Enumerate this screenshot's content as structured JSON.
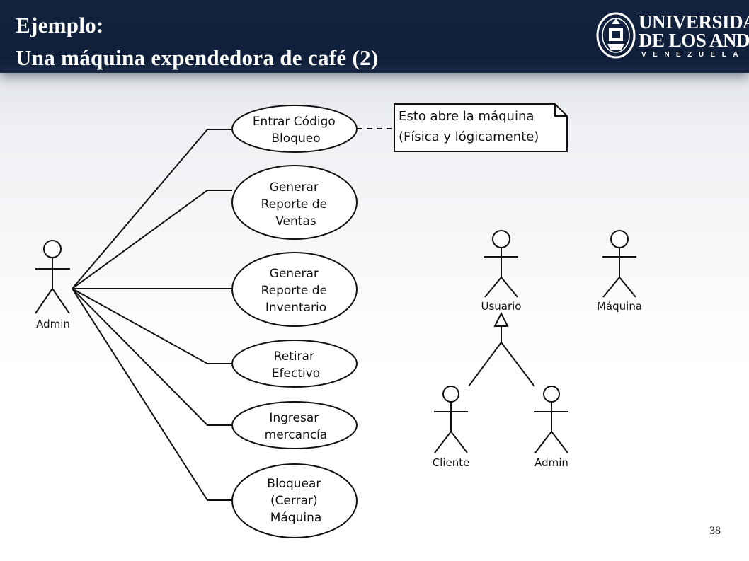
{
  "slide": {
    "title_line1": "Ejemplo:",
    "title_line2": "Una máquina expendedora de café (2)",
    "page_number": "38"
  },
  "logo": {
    "line1": "UNIVERSIDAD",
    "line2": "DE LOS ANDES",
    "line3": "VENEZUELA",
    "icon": "university-seal-icon"
  },
  "diagram": {
    "main_actor": {
      "label": "Admin"
    },
    "use_cases": [
      {
        "lines": [
          "Entrar Código",
          "Bloqueo"
        ]
      },
      {
        "lines": [
          "Generar",
          "Reporte de",
          "Ventas"
        ]
      },
      {
        "lines": [
          "Generar",
          "Reporte de",
          "Inventario"
        ]
      },
      {
        "lines": [
          "Retirar",
          "Efectivo"
        ]
      },
      {
        "lines": [
          "Ingresar",
          "mercancía"
        ]
      },
      {
        "lines": [
          "Bloquear",
          "(Cerrar)",
          "Máquina"
        ]
      }
    ],
    "note": {
      "lines": [
        "Esto abre la máquina",
        "(Física y lógicamente)"
      ]
    },
    "hierarchy": {
      "parent": "Usuario",
      "children": [
        "Cliente",
        "Admin"
      ],
      "other_actor": "Máquina"
    }
  }
}
